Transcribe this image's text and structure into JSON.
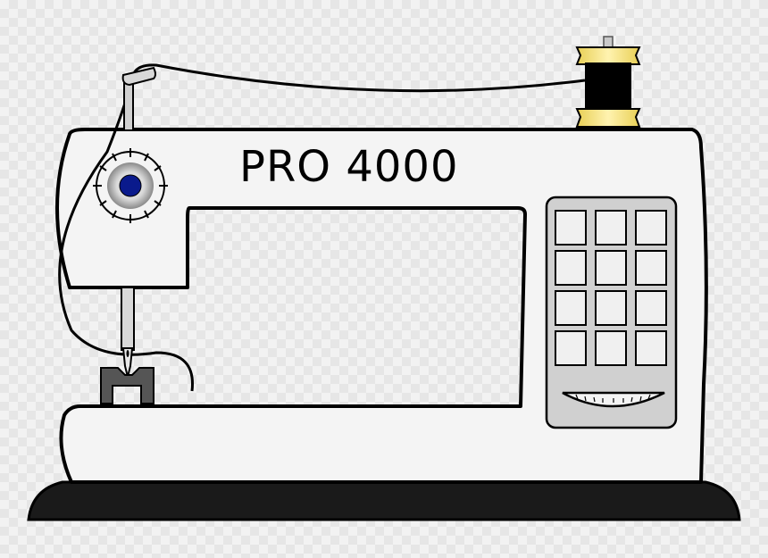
{
  "machine": {
    "model_label": "PRO 4000"
  },
  "keypad": {
    "rows": 4,
    "columns": 3
  },
  "colors": {
    "body": "#f4f4f4",
    "outline": "#000000",
    "base": "#1a1a1a",
    "keypad_panel": "#d0d0d0",
    "spool_thread": "#000000",
    "spool_flange": "#f5e38a",
    "knob_center": "#0a1a8c"
  }
}
